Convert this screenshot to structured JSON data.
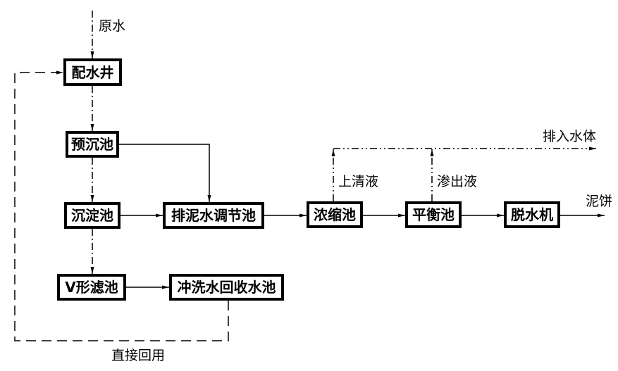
{
  "nodes": {
    "distribution_well": "配水井",
    "pre_sedimentation": "预沉池",
    "sedimentation": "沉淀池",
    "sludge_regulating": "排泥水调节池",
    "v_filter": "V形滤池",
    "backwash_recovery": "冲洗水回收水池",
    "thickener": "浓缩池",
    "balance_tank": "平衡池",
    "dewatering_machine": "脱水机"
  },
  "labels": {
    "raw_water": "原水",
    "direct_reuse": "直接回用",
    "discharge": "排入水体",
    "sludge_cake": "泥饼",
    "supernatant": "上清液",
    "filtrate": "渗出液"
  }
}
